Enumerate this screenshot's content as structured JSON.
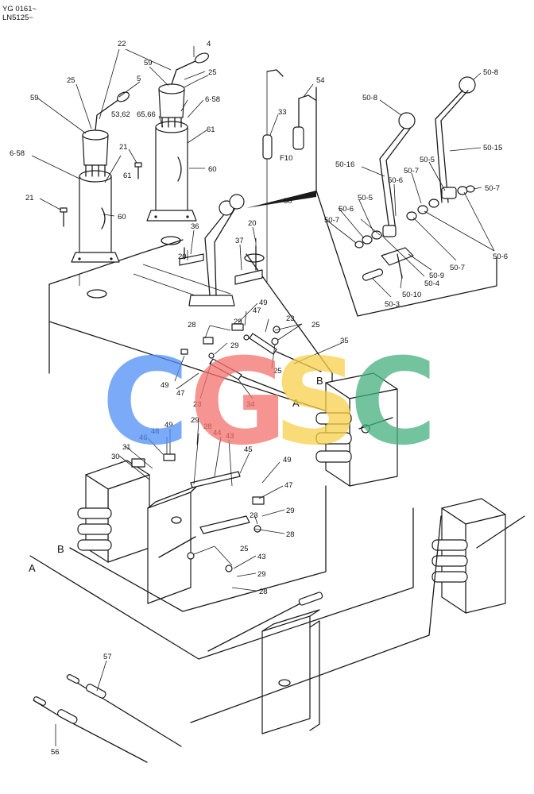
{
  "header": {
    "line1": "YG 0161~",
    "line2": "LN5125~"
  },
  "watermark": {
    "letters": [
      "C",
      "G",
      "S",
      "C"
    ],
    "colors": [
      "#4f8ef7",
      "#f2716b",
      "#f7cf4a",
      "#45b07e"
    ]
  },
  "callouts": [
    {
      "id": "c22",
      "text": "22"
    },
    {
      "id": "c4",
      "text": "4"
    },
    {
      "id": "c59a",
      "text": "59"
    },
    {
      "id": "c25a",
      "text": "25"
    },
    {
      "id": "c5",
      "text": "5"
    },
    {
      "id": "c25b",
      "text": "25"
    },
    {
      "id": "c59b",
      "text": "59"
    },
    {
      "id": "c5362",
      "text": "53,62"
    },
    {
      "id": "c6566",
      "text": "65,66"
    },
    {
      "id": "c658a",
      "text": "6·58"
    },
    {
      "id": "c61a",
      "text": "61"
    },
    {
      "id": "c21a",
      "text": "21"
    },
    {
      "id": "c658b",
      "text": "6·58"
    },
    {
      "id": "c61b",
      "text": "61"
    },
    {
      "id": "c60a",
      "text": "60"
    },
    {
      "id": "c21b",
      "text": "21"
    },
    {
      "id": "c60b",
      "text": "60"
    },
    {
      "id": "c33",
      "text": "33"
    },
    {
      "id": "c54",
      "text": "54"
    },
    {
      "id": "cF10",
      "text": "F10"
    },
    {
      "id": "c50",
      "text": "50"
    },
    {
      "id": "c20a",
      "text": "20"
    },
    {
      "id": "c36",
      "text": "36"
    },
    {
      "id": "c37",
      "text": "37"
    },
    {
      "id": "c20b",
      "text": "20"
    },
    {
      "id": "c49a",
      "text": "49"
    },
    {
      "id": "c47a",
      "text": "47"
    },
    {
      "id": "c23a",
      "text": "23"
    },
    {
      "id": "c25c",
      "text": "25"
    },
    {
      "id": "c28a",
      "text": "28"
    },
    {
      "id": "c29a",
      "text": "29"
    },
    {
      "id": "c29b",
      "text": "29"
    },
    {
      "id": "c25d",
      "text": "25"
    },
    {
      "id": "c35",
      "text": "35"
    },
    {
      "id": "cBtop",
      "text": "B"
    },
    {
      "id": "cAtop",
      "text": "A"
    },
    {
      "id": "c49b",
      "text": "49"
    },
    {
      "id": "c47b",
      "text": "47"
    },
    {
      "id": "c23b",
      "text": "23"
    },
    {
      "id": "c34",
      "text": "34"
    },
    {
      "id": "c498",
      "text": "49"
    },
    {
      "id": "c48",
      "text": "48"
    },
    {
      "id": "c29c",
      "text": "29"
    },
    {
      "id": "c28b",
      "text": "28"
    },
    {
      "id": "c44",
      "text": "44"
    },
    {
      "id": "c46",
      "text": "46"
    },
    {
      "id": "c43a",
      "text": "43"
    },
    {
      "id": "c31",
      "text": "31"
    },
    {
      "id": "c30",
      "text": "30"
    },
    {
      "id": "c45",
      "text": "45"
    },
    {
      "id": "c49c",
      "text": "49"
    },
    {
      "id": "c47c",
      "text": "47"
    },
    {
      "id": "c29d",
      "text": "29"
    },
    {
      "id": "c28c",
      "text": "28"
    },
    {
      "id": "c23c",
      "text": "23"
    },
    {
      "id": "cBbot",
      "text": "B"
    },
    {
      "id": "c25e",
      "text": "25"
    },
    {
      "id": "cAbot",
      "text": "A"
    },
    {
      "id": "c43b",
      "text": "43"
    },
    {
      "id": "c29e",
      "text": "29"
    },
    {
      "id": "c28d",
      "text": "28"
    },
    {
      "id": "c57",
      "text": "57"
    },
    {
      "id": "c56",
      "text": "56"
    },
    {
      "id": "c508",
      "text": "50-8"
    },
    {
      "id": "c508b",
      "text": "50-8"
    },
    {
      "id": "c5015",
      "text": "50-15"
    },
    {
      "id": "c5016",
      "text": "50-16"
    },
    {
      "id": "c505a",
      "text": "50-5"
    },
    {
      "id": "c507a",
      "text": "50-7"
    },
    {
      "id": "c506a",
      "text": "50-6"
    },
    {
      "id": "c507b",
      "text": "50-7"
    },
    {
      "id": "c505b",
      "text": "50-5"
    },
    {
      "id": "c506b",
      "text": "50-6"
    },
    {
      "id": "c507c",
      "text": "50-7"
    },
    {
      "id": "c506c",
      "text": "50-6"
    },
    {
      "id": "c507d",
      "text": "50-7"
    },
    {
      "id": "c509",
      "text": "50-9"
    },
    {
      "id": "c504",
      "text": "50-4"
    },
    {
      "id": "c5010",
      "text": "50-10"
    },
    {
      "id": "c503",
      "text": "50-3"
    }
  ]
}
